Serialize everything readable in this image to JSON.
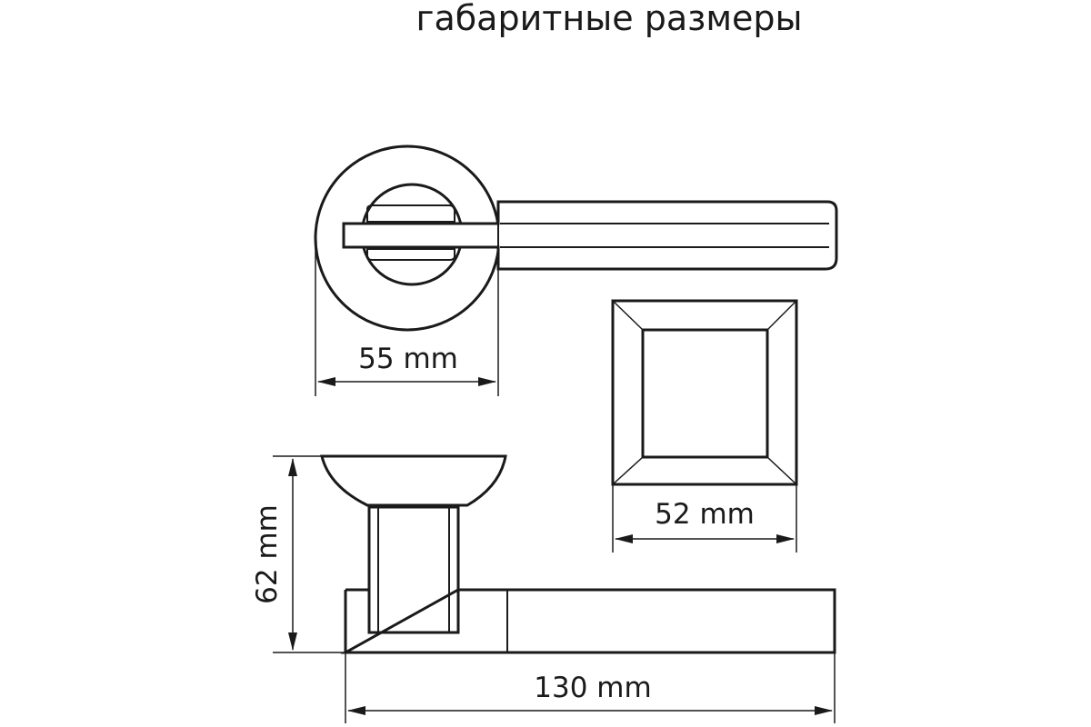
{
  "title": "габаритные размеры",
  "dimensions": {
    "rosette_diameter": "55 mm",
    "square_rosette_width": "52 mm",
    "projection_height": "62 mm",
    "handle_length": "130 mm"
  },
  "colors": {
    "line": "#1a1a1a",
    "background": "#ffffff"
  }
}
